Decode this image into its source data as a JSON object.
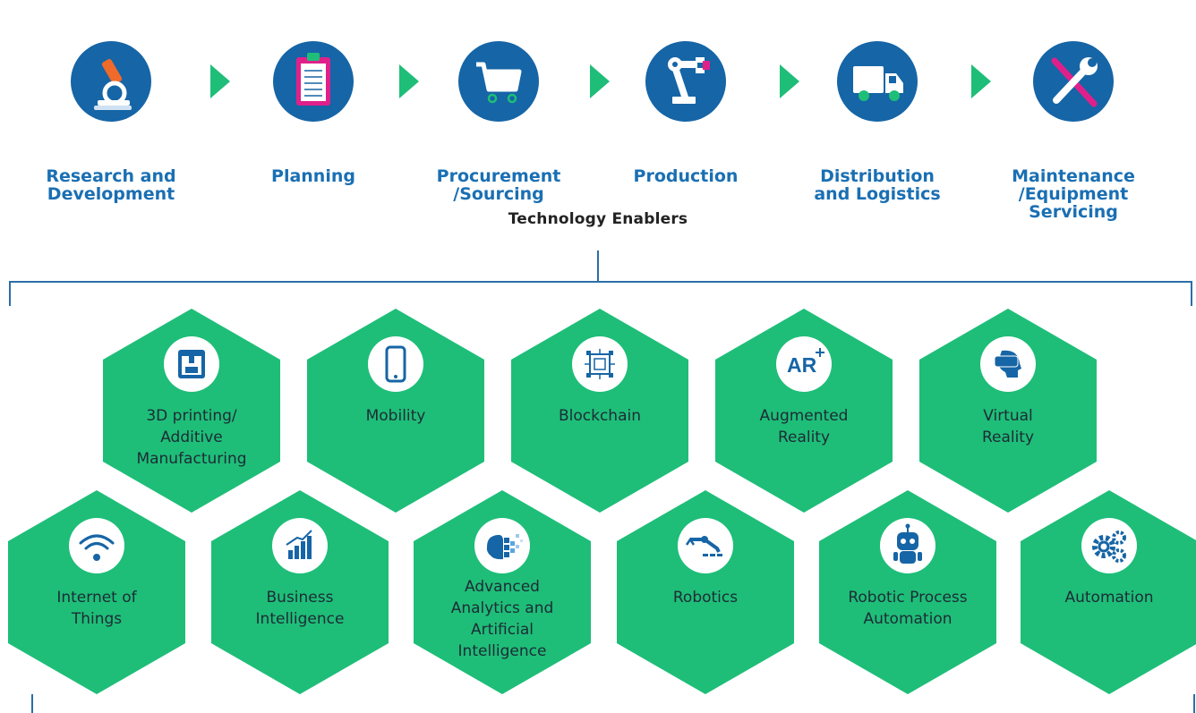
{
  "value_chain": [
    {
      "label": "Research and\nDevelopment",
      "icon": "microscope-icon"
    },
    {
      "label": "Planning",
      "icon": "clipboard-icon"
    },
    {
      "label": "Procurement\n/Sourcing",
      "icon": "shopping-cart-icon"
    },
    {
      "label": "Production",
      "icon": "robot-arm-icon"
    },
    {
      "label": "Distribution\nand Logistics",
      "icon": "truck-icon"
    },
    {
      "label": "Maintenance\n/Equipment\nServicing",
      "icon": "wrench-screwdriver-icon"
    }
  ],
  "enablers_title": "Technology Enablers",
  "enablers_top": [
    {
      "label": "3D printing/\nAdditive\nManufacturing",
      "icon": "3d-printer-icon"
    },
    {
      "label": "Mobility",
      "icon": "smartphone-icon"
    },
    {
      "label": "Blockchain",
      "icon": "blockchain-icon"
    },
    {
      "label": "Augmented\nReality",
      "icon": "ar-icon",
      "icon_text": "AR"
    },
    {
      "label": "Virtual\nReality",
      "icon": "vr-headset-icon"
    }
  ],
  "enablers_bottom": [
    {
      "label": "Internet of\nThings",
      "icon": "wifi-icon"
    },
    {
      "label": "Business\nIntelligence",
      "icon": "bar-chart-icon"
    },
    {
      "label": "Advanced\nAnalytics and\nArtificial\nIntelligence",
      "icon": "ai-brain-icon"
    },
    {
      "label": "Robotics",
      "icon": "robot-arm-icon"
    },
    {
      "label": "Robotic Process\nAutomation",
      "icon": "robot-icon"
    },
    {
      "label": "Automation",
      "icon": "gears-icon"
    }
  ],
  "colors": {
    "stage_blue": "#1665a6",
    "label_blue": "#1a6fb3",
    "hex_green": "#1ebe78",
    "accent_pink": "#e0208a",
    "accent_orange": "#f06a2a"
  }
}
